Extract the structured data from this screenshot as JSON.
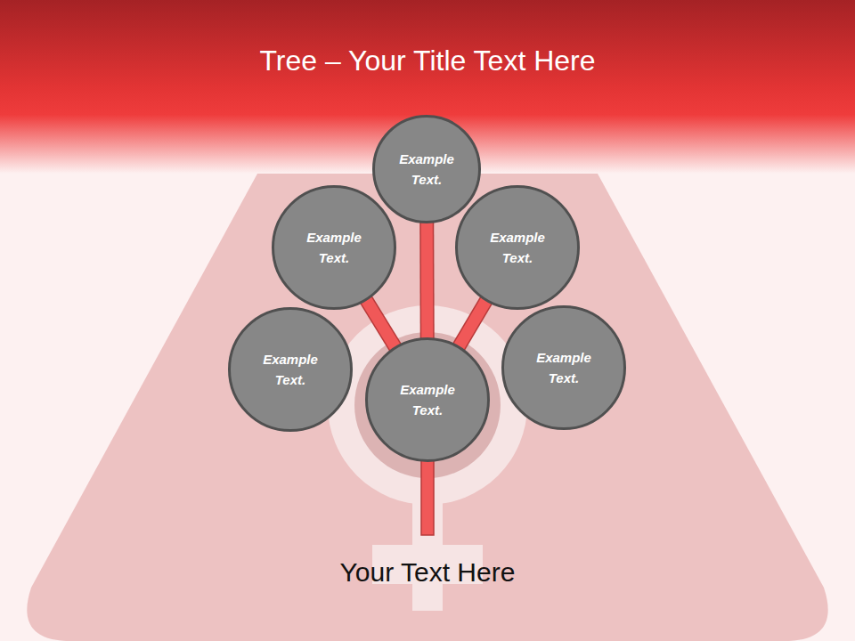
{
  "diagram": {
    "title": "Tree – Your Title Text Here",
    "nodes": [
      {
        "text": [
          "Example Text."
        ]
      },
      {
        "text": [
          "Example Text."
        ]
      },
      {
        "text": [
          "Example Text."
        ]
      },
      {
        "text": [
          "Example Text."
        ]
      },
      {
        "text": [
          "Example Text."
        ]
      },
      {
        "text": [
          "Example Text."
        ]
      }
    ],
    "edges": [
      {
        "from": 4,
        "to": 0,
        "arrow": "none"
      },
      {
        "from": 4,
        "to": 1,
        "arrow": "none"
      },
      {
        "from": 4,
        "to": 2,
        "arrow": "none"
      }
    ],
    "labels": [
      "Your Text Here"
    ]
  }
}
